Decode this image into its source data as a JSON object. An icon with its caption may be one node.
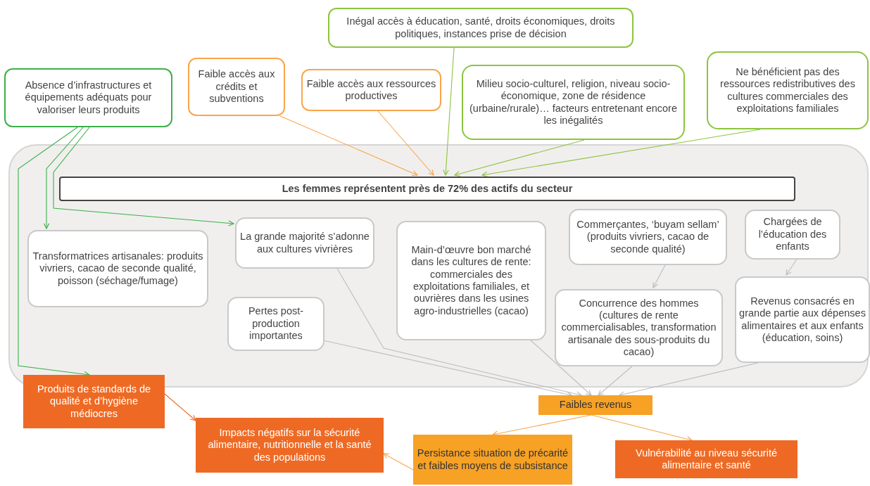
{
  "diagram": {
    "nodes": [
      {
        "text": [
          "Absence d’infrastructures et équipements adéquats pour valoriser leurs produits"
        ]
      },
      {
        "text": [
          "Faible accès aux crédits et subventions"
        ]
      },
      {
        "text": [
          "Faible accès aux ressources productives"
        ]
      },
      {
        "text": [
          "Inégal accès à éducation, santé, droits économiques, droits politiques, instances prise de décision"
        ]
      },
      {
        "text": [
          "Milieu socio-culturel, religion, niveau socio-économique, zone de résidence (urbaine/rurale)… facteurs entretenant encore les inégalités"
        ]
      },
      {
        "text": [
          "Ne bénéficient pas des ressources redistributives des cultures commerciales des exploitations familiales"
        ]
      },
      {
        "text": [],
        "shape": "box"
      },
      {
        "text": [
          "Les femmes représentent près de 72% des actifs du secteur"
        ],
        "in": 6
      },
      {
        "text": [
          "Transformatrices artisanales: produits vivriers, cacao de seconde qualité, poisson (séchage/fumage)"
        ],
        "in": 6
      },
      {
        "text": [
          "La grande majorité s’adonne aux cultures vivrières"
        ],
        "in": 6
      },
      {
        "text": [
          "Main-d’œuvre bon marché dans les cultures de rente: commerciales des exploitations familiales, et ouvrières dans les usines agro-industrielles (cacao)"
        ],
        "in": 6
      },
      {
        "text": [
          "Commerçantes, ‘buyam sellam’ (produits vivriers, cacao de seconde qualité)"
        ],
        "in": 6
      },
      {
        "text": [
          "Chargées de l’éducation des enfants"
        ],
        "in": 6
      },
      {
        "text": [
          "Pertes post-production importantes"
        ],
        "in": 6
      },
      {
        "text": [
          "Concurrence des hommes (cultures de rente commercialisables, transformation artisanale des sous-produits du cacao)"
        ],
        "in": 6
      },
      {
        "text": [
          "Revenus consacrés en grande partie aux dépenses alimentaires et aux enfants (éducation, soins)"
        ],
        "in": 6
      },
      {
        "text": [
          "Produits de standards de qualité et d’hygiène médiocres"
        ]
      },
      {
        "text": [
          "Faibles revenus"
        ]
      },
      {
        "text": [
          "Impacts négatifs sur la sécurité alimentaire, nutritionnelle et la santé des populations"
        ]
      },
      {
        "text": [
          "Persistance situation de précarité et faibles moyens de subsistance"
        ]
      },
      {
        "text": [
          "Vulnérabilité au niveau sécurité alimentaire et santé"
        ]
      }
    ],
    "edges": [
      {
        "from": 1,
        "to": 7,
        "arrow": "to",
        "color": "#f9a54c"
      },
      {
        "from": 2,
        "to": 7,
        "arrow": "to",
        "color": "#f9a54c"
      },
      {
        "from": 3,
        "to": 7,
        "arrow": "to",
        "color": "#8dc43f"
      },
      {
        "from": 4,
        "to": 7,
        "arrow": "to",
        "color": "#8dc43f"
      },
      {
        "from": 5,
        "to": 7,
        "arrow": "to",
        "color": "#8dc43f"
      },
      {
        "from": 0,
        "to": 8,
        "arrow": "to",
        "color": "#3cb04a"
      },
      {
        "from": 0,
        "to": 9,
        "arrow": "to",
        "color": "#3cb04a"
      },
      {
        "from": 0,
        "to": 16,
        "arrow": "to",
        "color": "#3cb04a"
      },
      {
        "from": 11,
        "to": 14,
        "arrow": "to"
      },
      {
        "from": 12,
        "to": 15,
        "arrow": "to"
      },
      {
        "from": 9,
        "to": 17,
        "arrow": "to"
      },
      {
        "from": 13,
        "to": 17,
        "arrow": "to"
      },
      {
        "from": 10,
        "to": 17,
        "arrow": "to"
      },
      {
        "from": 14,
        "to": 17,
        "arrow": "to"
      },
      {
        "from": 15,
        "to": 17,
        "arrow": "to"
      },
      {
        "from": 16,
        "to": 18,
        "arrow": "to",
        "color": "#ee6a24"
      },
      {
        "from": 17,
        "to": 19,
        "arrow": "to",
        "color": "#f9a54c"
      },
      {
        "from": 17,
        "to": 20,
        "arrow": "to",
        "color": "#f9a54c"
      },
      {
        "from": 19,
        "to": 18,
        "arrow": "to",
        "color": "#f9a54c"
      }
    ]
  }
}
